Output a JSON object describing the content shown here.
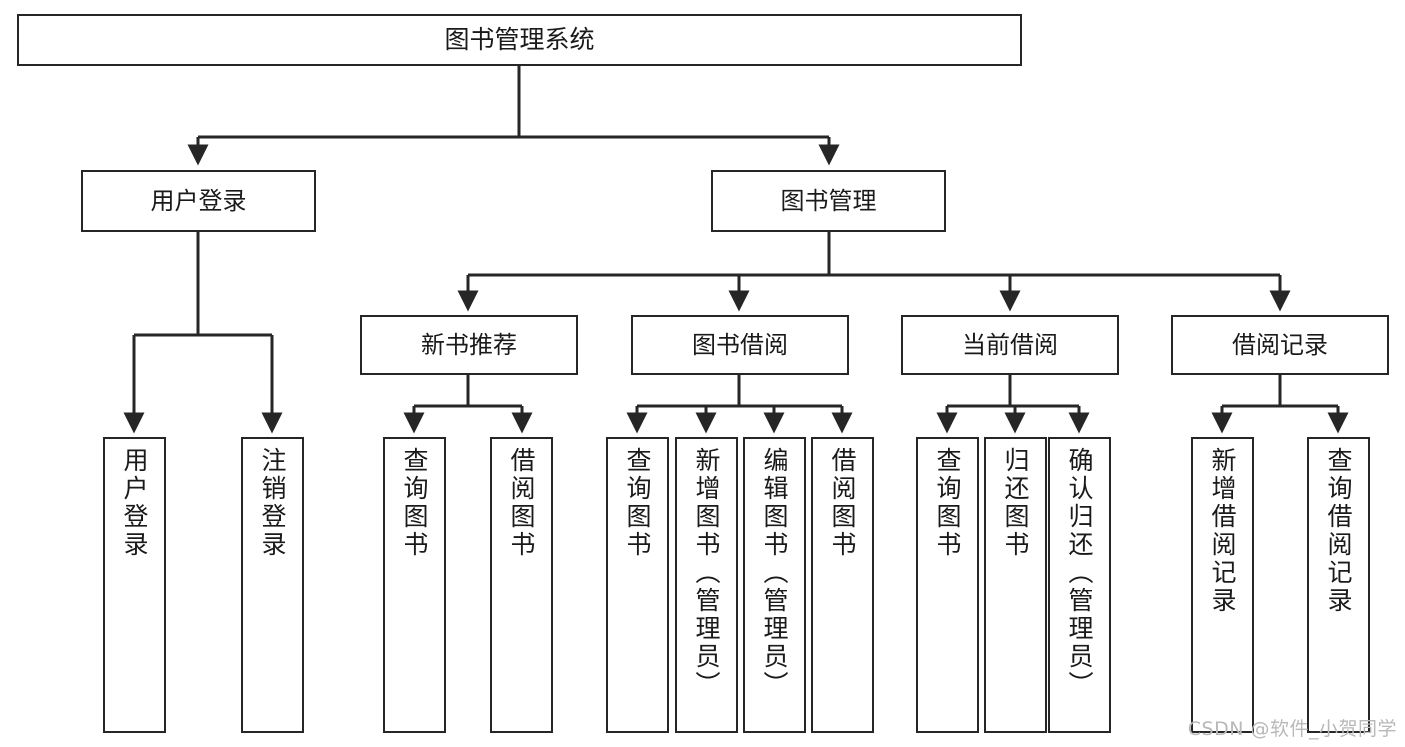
{
  "diagram": {
    "type": "tree-hierarchy-diagram",
    "title": "图书管理系统",
    "watermark": "CSDN @软件_小贺同学",
    "colors": {
      "background": "#ffffff",
      "node_border": "#262626",
      "node_fill": "#ffffff",
      "edge": "#262626",
      "text": "#1a1a1a",
      "watermark": "#b8b8b8"
    },
    "nodes": {
      "root": {
        "label": "图书管理系统"
      },
      "level1": [
        {
          "id": "user-login",
          "label": "用户登录"
        },
        {
          "id": "book-manage",
          "label": "图书管理"
        }
      ],
      "level2": [
        {
          "id": "new-book-recommend",
          "label": "新书推荐"
        },
        {
          "id": "book-borrow",
          "label": "图书借阅"
        },
        {
          "id": "current-borrow",
          "label": "当前借阅"
        },
        {
          "id": "borrow-record",
          "label": "借阅记录"
        }
      ],
      "leaves": {
        "user-login": [
          {
            "id": "leaf-user-login",
            "label": "用户登录"
          },
          {
            "id": "leaf-logout-login",
            "label": "注销登录"
          }
        ],
        "new-book-recommend": [
          {
            "id": "leaf-query-book-1",
            "label": "查询图书"
          },
          {
            "id": "leaf-borrow-book-1",
            "label": "借阅图书"
          }
        ],
        "book-borrow": [
          {
            "id": "leaf-query-book-2",
            "label": "查询图书"
          },
          {
            "id": "leaf-add-book",
            "label": "新增图书（管理员）"
          },
          {
            "id": "leaf-edit-book",
            "label": "编辑图书（管理员）"
          },
          {
            "id": "leaf-borrow-book-2",
            "label": "借阅图书"
          }
        ],
        "current-borrow": [
          {
            "id": "leaf-query-book-3",
            "label": "查询图书"
          },
          {
            "id": "leaf-return-book",
            "label": "归还图书"
          },
          {
            "id": "leaf-confirm-return",
            "label": "确认归还（管理员）"
          }
        ],
        "borrow-record": [
          {
            "id": "leaf-add-record",
            "label": "新增借阅记录"
          },
          {
            "id": "leaf-query-record",
            "label": "查询借阅记录"
          }
        ]
      }
    }
  }
}
